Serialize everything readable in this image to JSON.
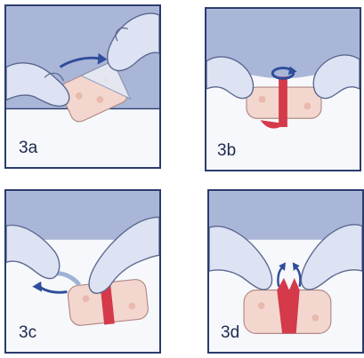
{
  "steps": [
    {
      "label": "3a"
    },
    {
      "label": "3b"
    },
    {
      "label": "3c"
    },
    {
      "label": "3d"
    }
  ],
  "colors": {
    "frame": "#2a3c6e",
    "backdrop": "#aab6d8",
    "glove": "#dde3f2",
    "glove_outline": "#5b6790",
    "pad": "#f3d7cf",
    "stripe": "#d43a4a",
    "arrow": "#2e4d9a"
  },
  "icons": [
    "glove-hand",
    "peel-arrow",
    "twist-arrow",
    "pull-arrow",
    "dressing-pad"
  ]
}
